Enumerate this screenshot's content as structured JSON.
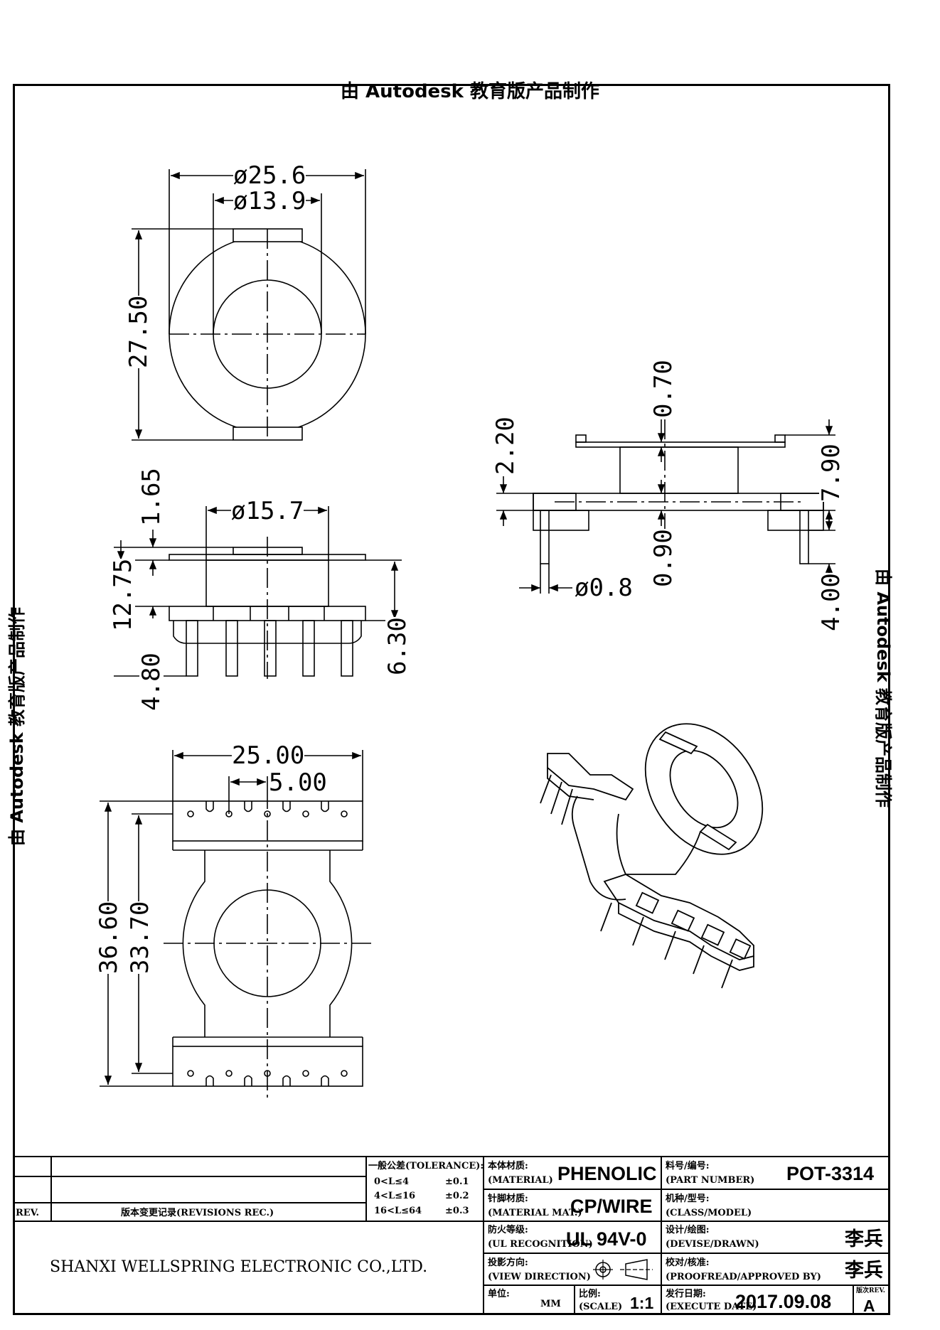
{
  "watermark": "由 Autodesk 教育版产品制作",
  "dimensions": {
    "top_outer_dia": "ø25.6",
    "top_inner_dia": "ø13.9",
    "top_height": "27.50",
    "side_dia": "ø15.7",
    "side_flange": "1.65",
    "side_total": "12.75",
    "side_pin": "4.80",
    "side_right": "6.30",
    "bottom_width": "25.00",
    "bottom_pitch": "5.00",
    "bottom_outer": "36.60",
    "bottom_inner": "33.70",
    "rv_0_70": "0.70",
    "rv_2_20": "2.20",
    "rv_7_90": "7.90",
    "rv_0_90": "0.90",
    "rv_pin_dia": "ø0.8",
    "rv_4_00": "4.00"
  },
  "title_block": {
    "rev_label": "REV.",
    "revisions_label": "版本变更记录(REVISIONS REC.)",
    "tolerance_title": "一般公差(TOLERANCE):",
    "tol_rows": [
      {
        "range": "0<L≤4",
        "val": "±0.1"
      },
      {
        "range": "4<L≤16",
        "val": "±0.2"
      },
      {
        "range": "16<L≤64",
        "val": "±0.3"
      }
    ],
    "company": "SHANXI WELLSPRING ELECTRONIC CO.,LTD.",
    "material_label1": "本体材质:",
    "material_label2": "(MATERIAL)",
    "material_value": "PHENOLIC",
    "pin_label1": "针脚材质:",
    "pin_label2": "(MATERIAL MAT.)",
    "pin_value": "CP/WIRE",
    "ul_label1": "防火等级:",
    "ul_label2": "(UL RECOGNITION)",
    "ul_value": "UL 94V-0",
    "view_label1": "投影方向:",
    "view_label2": "(VIEW DIRECTION)",
    "unit_label1": "单位:",
    "unit_value": "MM",
    "scale_label1": "比例:",
    "scale_label2": "(SCALE)",
    "scale_value": "1:1",
    "part_label1": "料号/编号:",
    "part_label2": "(PART NUMBER)",
    "part_value": "POT-3314",
    "class_label1": "机种/型号:",
    "class_label2": "(CLASS/MODEL)",
    "design_label1": "设计/绘图:",
    "design_label2": "(DEVISE/DRAWN)",
    "design_value": "李兵",
    "proof_label1": "校对/核准:",
    "proof_label2": "(PROOFREAD/APPROVED BY)",
    "proof_value": "李兵",
    "date_label1": "发行日期:",
    "date_label2": "(EXECUTE DATE)",
    "date_value": "2017.09.08",
    "rev_label_small": "版次REV.",
    "rev_value": "A"
  }
}
